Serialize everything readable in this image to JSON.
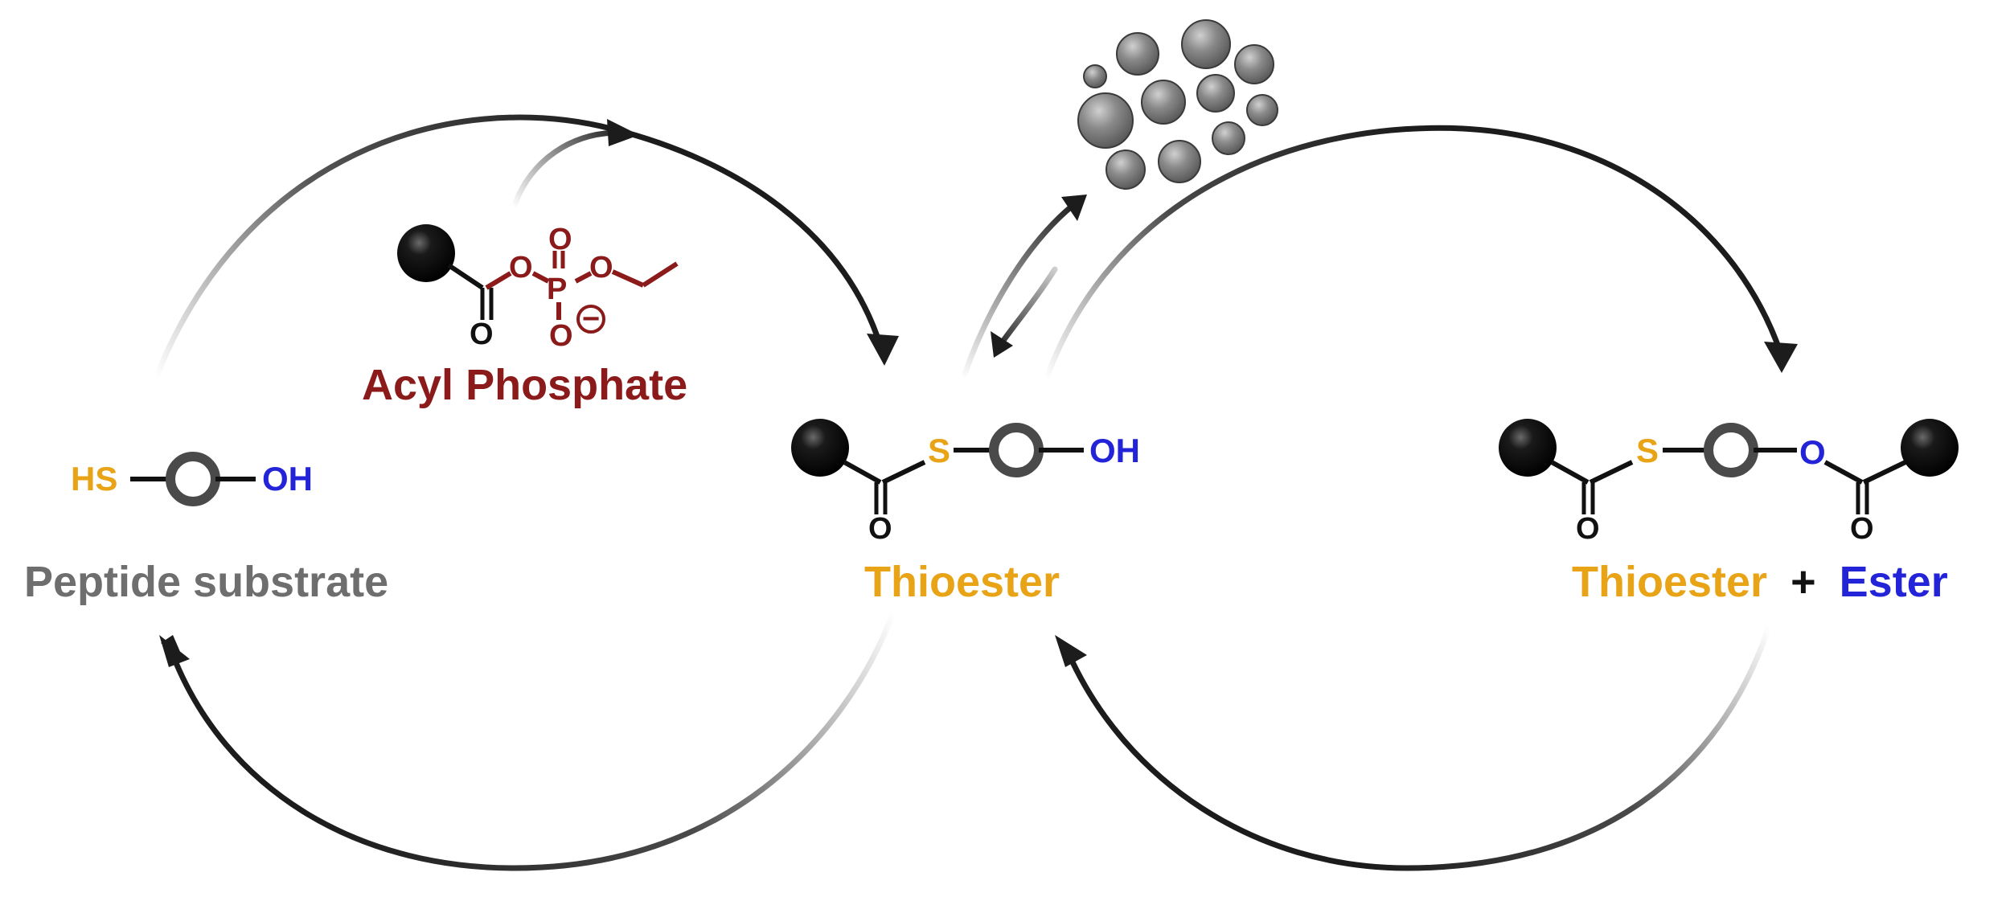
{
  "labels": {
    "peptide_substrate": "Peptide substrate",
    "acyl_phosphate": "Acyl Phosphate",
    "thioester_mid": "Thioester",
    "thioester_right": "Thioester",
    "plus": "+",
    "ester": "Ester"
  },
  "atoms": {
    "hs": "HS",
    "oh": "OH",
    "s": "S",
    "o": "O",
    "p": "P",
    "minus": "−"
  },
  "colors": {
    "thiol": "#e8a317",
    "hydroxyl": "#2323d8",
    "phosphate": "#8b1a1a",
    "substrate_label": "#6e6e6e",
    "bond": "#111111",
    "arrow": "#1c1c1c"
  }
}
